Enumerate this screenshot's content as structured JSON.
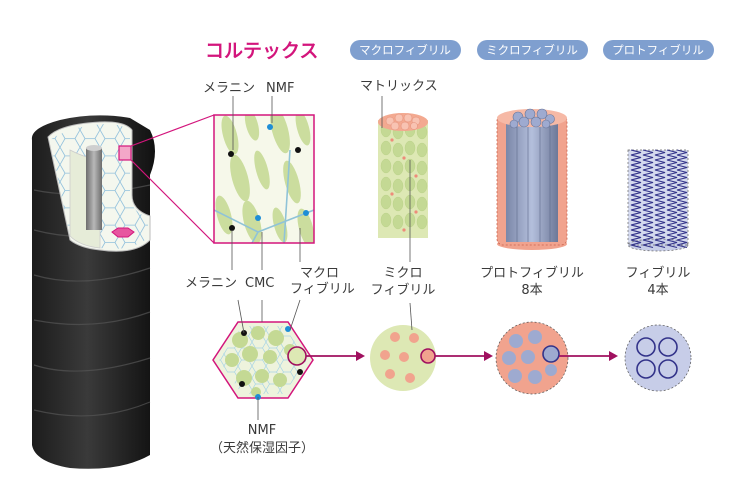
{
  "title": "コルテックス",
  "headers": {
    "macro": "マクロフィブリル",
    "micro": "ミクロフィブリル",
    "proto": "プロトフィブリル"
  },
  "zoom_labels": {
    "melanin_top": "メラニン",
    "nmf_top": "NMF",
    "matrix": "マトリックス"
  },
  "mid_labels": {
    "melanin": "メラニン",
    "cmc": "CMC",
    "macro_line1": "マクロ",
    "macro_line2": "フィブリル",
    "micro_line1": "ミクロ",
    "micro_line2": "フィブリル",
    "proto_line1": "プロトフィブリル",
    "proto_line2": "8本",
    "fibril_line1": "フィブリル",
    "fibril_line2": "4本"
  },
  "bottom_labels": {
    "nmf": "NMF",
    "nmf_desc": "（天然保湿因子）"
  },
  "colors": {
    "accent": "#d3157c",
    "pill": "#7f9fcf",
    "green_fill": "#dde8b4",
    "green_cell": "#c4d994",
    "salmon": "#f1a38e",
    "blue_fiber": "#a9b6d8",
    "helix": "#33338a"
  }
}
